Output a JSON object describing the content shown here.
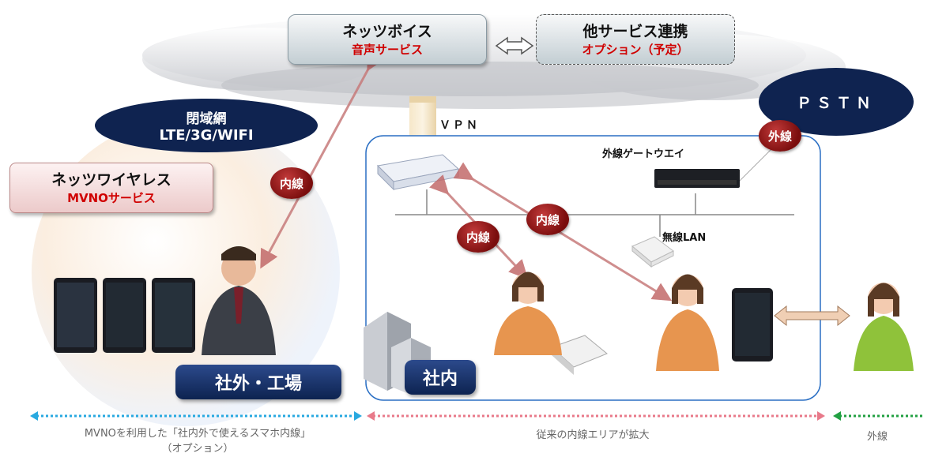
{
  "cloud_service": {
    "title": "ネッツボイス",
    "subtitle": "音声サービス"
  },
  "other_service": {
    "title": "他サービス連携",
    "subtitle": "オプション（予定）"
  },
  "pstn": {
    "label": "ＰＳＴＮ"
  },
  "closed_network": {
    "line1": "閉域網",
    "line2": "LTE/3G/WIFI"
  },
  "wireless": {
    "title": "ネッツワイヤレス",
    "subtitle": "MVNOサービス"
  },
  "vpn": {
    "label": "ＶＰＮ"
  },
  "gateway": {
    "label": "外線ゲートウエイ"
  },
  "wlan": {
    "label": "無線LAN"
  },
  "badges": {
    "naisen": "内線",
    "gaisen": "外線"
  },
  "areas": {
    "outside": "社外・工場",
    "inside": "社内"
  },
  "captions": {
    "left_line1": "MVNOを利用した「社内外で使えるスマホ内線」",
    "left_line2": "（オプション）",
    "middle": "従来の内線エリアが拡大",
    "right": "外線"
  },
  "colors": {
    "accent_red": "#d00000",
    "navy": "#0f2350",
    "arrow_blue": "#29a9e0",
    "arrow_pink": "#e87a8a",
    "arrow_green": "#22a042"
  }
}
